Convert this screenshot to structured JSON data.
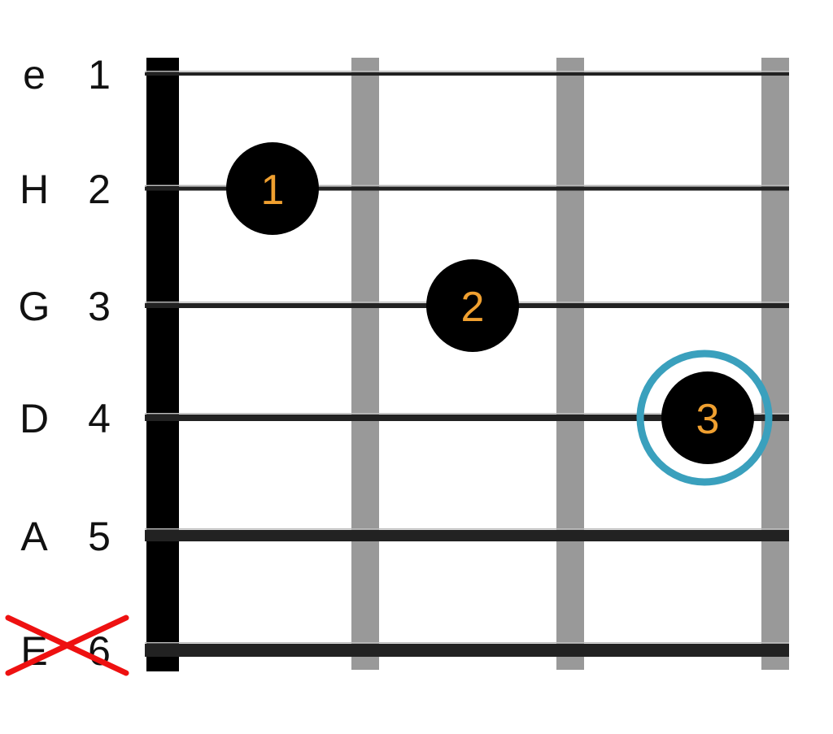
{
  "chord_diagram": {
    "title_fragment": "",
    "colors": {
      "background": "#ffffff",
      "nut": "#000000",
      "fret": "#999999",
      "string": "#222222",
      "dot": "#000000",
      "finger_number": "#f0a030",
      "root_ring": "#3aa0bd",
      "mute_cross": "#ee1111"
    },
    "strings": [
      {
        "name": "e",
        "number": "1",
        "muted": false
      },
      {
        "name": "H",
        "number": "2",
        "muted": false
      },
      {
        "name": "G",
        "number": "3",
        "muted": false
      },
      {
        "name": "D",
        "number": "4",
        "muted": false
      },
      {
        "name": "A",
        "number": "5",
        "muted": false
      },
      {
        "name": "E",
        "number": "6",
        "muted": true
      }
    ],
    "frets_shown": 3,
    "fingerings": [
      {
        "finger": "1",
        "string_number": 2,
        "fret": 1,
        "root": false
      },
      {
        "finger": "2",
        "string_number": 3,
        "fret": 2,
        "root": false
      },
      {
        "finger": "3",
        "string_number": 4,
        "fret": 3,
        "root": true
      }
    ],
    "mute_icon": "red-x-icon"
  }
}
